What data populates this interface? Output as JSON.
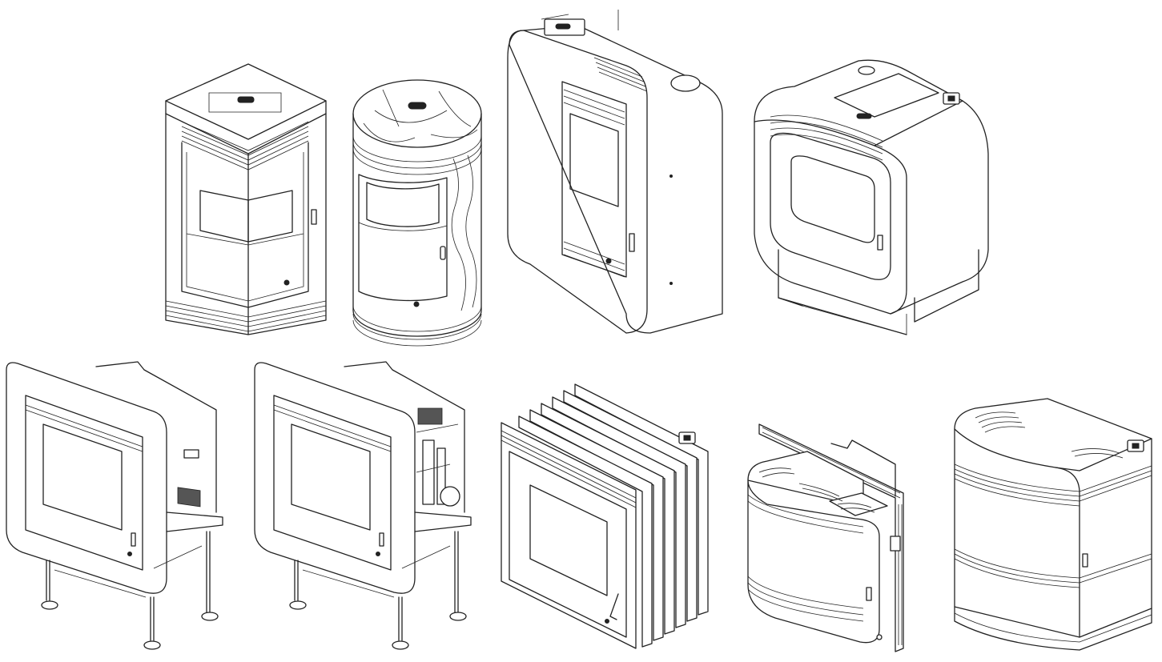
{
  "colors": {
    "line": "#222222",
    "background": "#ffffff"
  },
  "stoves": [
    {
      "id": "stove-square-column"
    },
    {
      "id": "stove-round-column"
    },
    {
      "id": "stove-wide-rounded-frame"
    },
    {
      "id": "stove-curved-with-display"
    },
    {
      "id": "insert-frame-on-legs"
    },
    {
      "id": "insert-frame-on-legs-open"
    },
    {
      "id": "insert-with-stacked-frames"
    },
    {
      "id": "insert-curved-front"
    },
    {
      "id": "stove-curved-cabinet"
    }
  ]
}
